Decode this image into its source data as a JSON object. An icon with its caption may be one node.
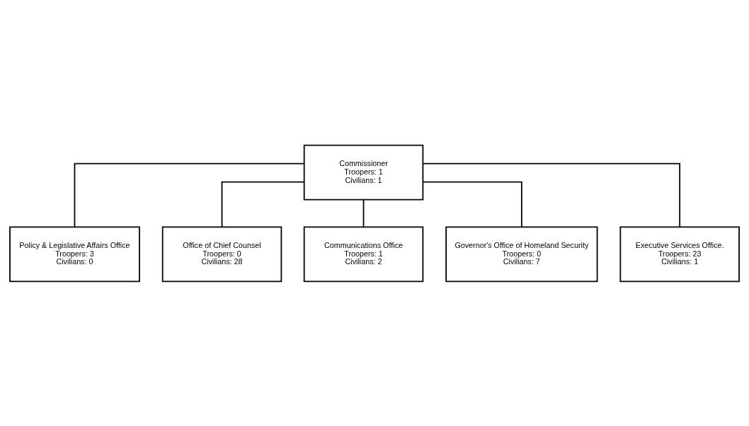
{
  "diagram": {
    "nodes": [
      {
        "text": [
          "Commissioner",
          "Troopers: 1",
          "Civilians: 1"
        ]
      },
      {
        "text": [
          "Policy & Legislative Affairs Office",
          "Troopers: 3",
          "Civilians: 0"
        ]
      },
      {
        "text": [
          "Office of Chief Counsel",
          "Troopers: 0",
          "Civilians: 28"
        ]
      },
      {
        "text": [
          "Communications Office",
          "Troopers: 1",
          "Civilians: 2"
        ]
      },
      {
        "text": [
          "Governor's Office of Homeland Security",
          "Troopers: 0",
          "Civilians: 7"
        ]
      },
      {
        "text": [
          "Executive Services Office.",
          "Troopers: 23",
          "Civilians: 1"
        ]
      }
    ],
    "edges": [
      {
        "from": 0,
        "to": 1,
        "arrow": "none"
      },
      {
        "from": 0,
        "to": 2,
        "arrow": "none"
      },
      {
        "from": 0,
        "to": 3,
        "arrow": "none"
      },
      {
        "from": 0,
        "to": 4,
        "arrow": "none"
      },
      {
        "from": 0,
        "to": 5,
        "arrow": "none"
      }
    ]
  }
}
